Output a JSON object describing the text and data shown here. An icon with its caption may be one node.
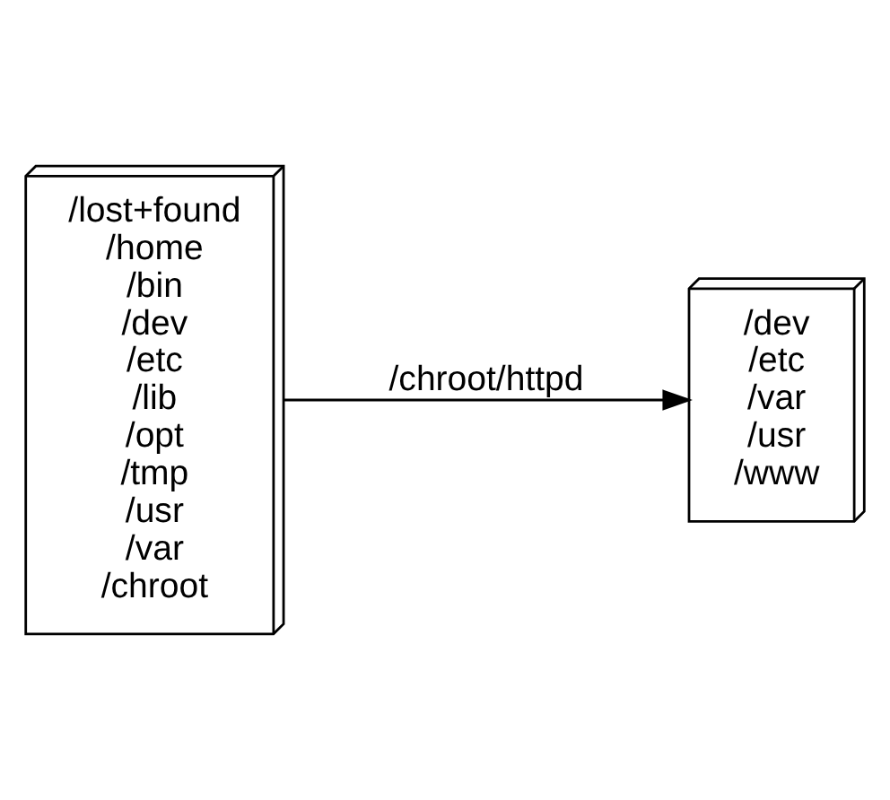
{
  "diagram": {
    "nodes": [
      {
        "text": [
          "/lost+found",
          "/home",
          "/bin",
          "/dev",
          "/etc",
          "/lib",
          "/opt",
          "/tmp",
          "/usr",
          "/var",
          "/chroot"
        ]
      },
      {
        "text": [
          "/dev",
          "/etc",
          "/var",
          "/usr",
          "/www"
        ]
      }
    ],
    "edges": [
      {
        "from": 0,
        "to": 1,
        "arrow": "to",
        "label": "/chroot/httpd"
      }
    ]
  }
}
